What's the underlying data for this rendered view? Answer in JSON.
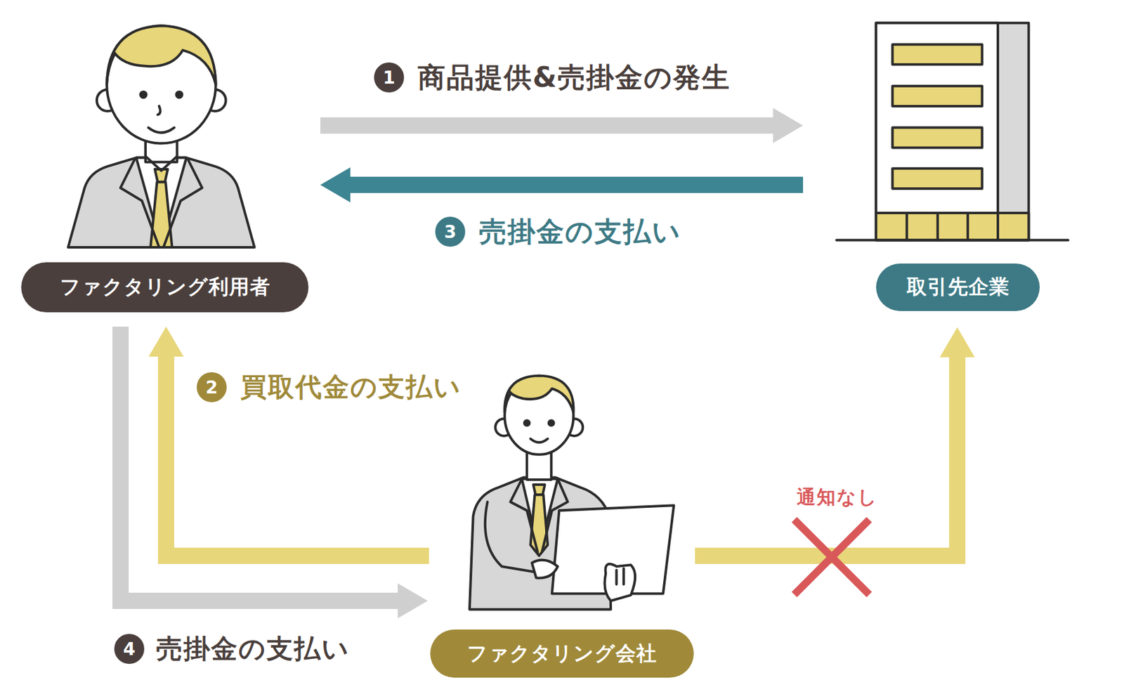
{
  "diagram": {
    "nodes": [
      {
        "text": [
          "ファクタリング利用者"
        ]
      },
      {
        "text": [
          "取引先企業"
        ]
      },
      {
        "text": [
          "ファクタリング会社"
        ]
      }
    ],
    "edges": [
      {
        "from": 0,
        "to": 1,
        "label": "商品提供&売掛金の発生",
        "arrow": "to"
      },
      {
        "from": 2,
        "to": 0,
        "label": "買取代金の支払い",
        "arrow": "to"
      },
      {
        "from": 1,
        "to": 0,
        "label": "売掛金の支払い",
        "arrow": "to"
      },
      {
        "from": 0,
        "to": 2,
        "label": "売掛金の支払い",
        "arrow": "to"
      },
      {
        "from": 2,
        "to": 1,
        "label": "通知なし",
        "arrow": "to"
      }
    ],
    "labels": [
      "1",
      "2",
      "3",
      "4"
    ]
  }
}
